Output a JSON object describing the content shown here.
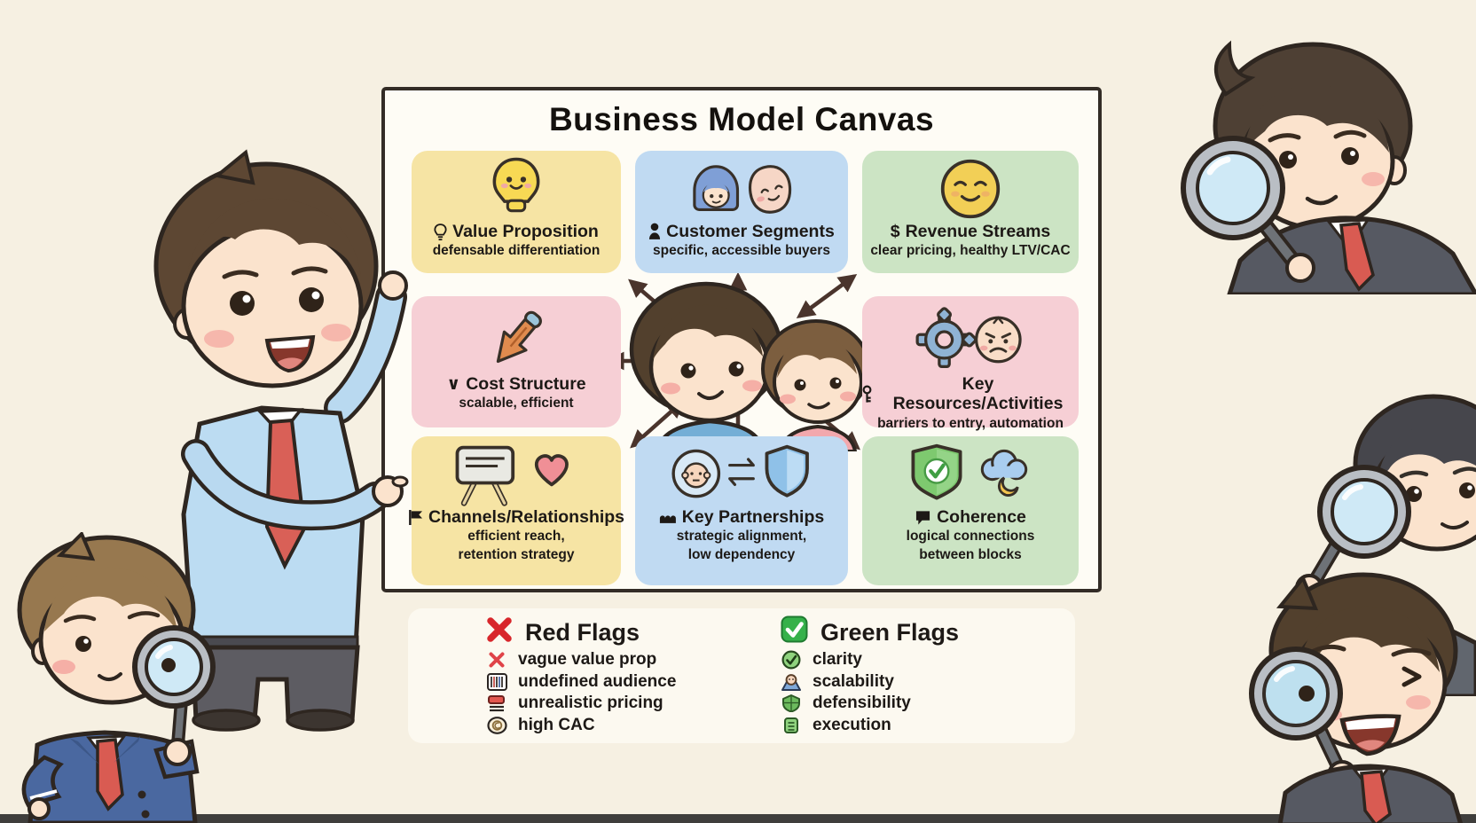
{
  "title": "Business Model Canvas",
  "blocks": {
    "value_proposition": {
      "label": "Value Proposition",
      "sub": "defensable differentiation"
    },
    "customer_segments": {
      "label": "Customer Segments",
      "sub": "specific, accessible buyers"
    },
    "revenue_streams": {
      "glyph": "$",
      "label": "Revenue Streams",
      "sub": "clear pricing, healthy LTV/CAC"
    },
    "cost_structure": {
      "glyph": "∨",
      "label": "Cost Structure",
      "sub": "scalable, efficient"
    },
    "key_resources": {
      "label": "Key Resources/Activities",
      "sub": "barriers to entry, automation"
    },
    "channels": {
      "label": "Channels/Relationships",
      "sub1": "efficient reach,",
      "sub2": "retention strategy"
    },
    "key_partnerships": {
      "label": "Key Partnerships",
      "sub1": "strategic alignment,",
      "sub2": "low dependency"
    },
    "coherence": {
      "label": "Coherence",
      "sub1": "logical connections",
      "sub2": "between blocks"
    }
  },
  "legend": {
    "red": {
      "title": "Red Flags",
      "items": [
        {
          "icon": "x-icon",
          "label": "vague value prop"
        },
        {
          "icon": "barcode-icon",
          "label": "undefined audience"
        },
        {
          "icon": "price-icon",
          "label": "unrealistic pricing"
        },
        {
          "icon": "coin-icon",
          "label": "high CAC"
        }
      ]
    },
    "green": {
      "title": "Green Flags",
      "items": [
        {
          "icon": "check-circle-icon",
          "label": "clarity"
        },
        {
          "icon": "person-icon",
          "label": "scalability"
        },
        {
          "icon": "shield-icon",
          "label": "defensibility"
        },
        {
          "icon": "notes-icon",
          "label": "execution"
        }
      ]
    }
  },
  "colors": {
    "background": "#f6f0e2",
    "panel": "#fefcf5",
    "ink": "#1d1916",
    "block_yellow": "#f6e4a4",
    "block_blue": "#c0daf2",
    "block_green": "#cce4c4",
    "block_pink": "#f6cfd5",
    "red_flag": "#d8262b",
    "green_flag": "#35b14a",
    "arrow": "#4a342c"
  }
}
